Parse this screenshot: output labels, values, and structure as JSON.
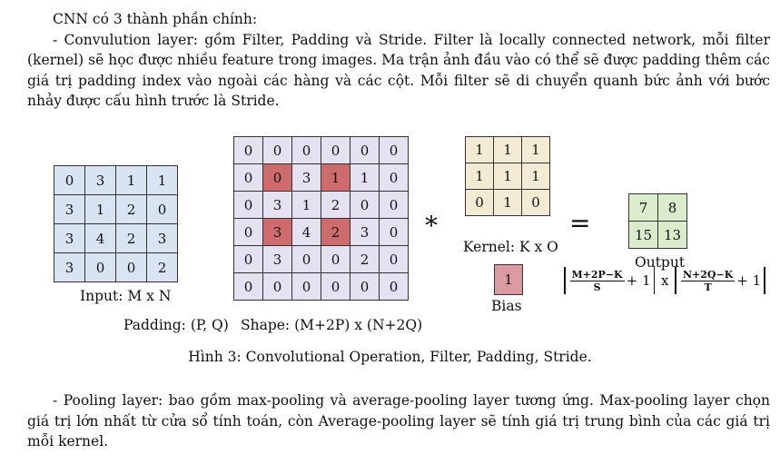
{
  "intro": {
    "line1": "CNN có 3 thành phần chính:",
    "para": "- Convulution layer: gồm Filter, Padding và Stride. Filter là locally connected network, mỗi filter (kernel) sẽ học được nhiều feature trong images. Ma trận ảnh đầu vào có thể sẽ được padding thêm các giá trị padding index vào ngoài các hàng và các cột. Mỗi filter sẽ di chuyển quanh bức ảnh với bước nhảy được cấu hình trước là Stride."
  },
  "figure": {
    "input": [
      [
        0,
        3,
        1,
        1
      ],
      [
        3,
        1,
        2,
        0
      ],
      [
        3,
        4,
        2,
        3
      ],
      [
        3,
        0,
        0,
        2
      ]
    ],
    "padded": [
      [
        0,
        0,
        0,
        0,
        0,
        0
      ],
      [
        0,
        0,
        3,
        1,
        1,
        0
      ],
      [
        0,
        3,
        1,
        2,
        0,
        0
      ],
      [
        0,
        3,
        4,
        2,
        3,
        0
      ],
      [
        0,
        3,
        0,
        0,
        2,
        0
      ],
      [
        0,
        0,
        0,
        0,
        0,
        0
      ]
    ],
    "highlighted": [
      [
        1,
        1
      ],
      [
        1,
        3
      ],
      [
        3,
        1
      ],
      [
        3,
        3
      ]
    ],
    "kernel": [
      [
        1,
        1,
        1
      ],
      [
        1,
        1,
        1
      ],
      [
        0,
        1,
        0
      ]
    ],
    "bias": 1,
    "output": [
      [
        7,
        8
      ],
      [
        15,
        13
      ]
    ],
    "labels": {
      "input": "Input: M x N",
      "padding": "Padding: (P, Q)",
      "shape": "Shape: (M+2P) x (N+2Q)",
      "kernel": "Kernel: K x O",
      "bias": "Bias",
      "output": "Output",
      "star": "*",
      "equals": "="
    },
    "formula": {
      "num1": "M+2P−K",
      "den1": "S",
      "plus1": "+ 1",
      "times": "x",
      "num2": "N+2Q−K",
      "den2": "T",
      "plus2": "+ 1"
    },
    "colors": {
      "input_bg": "#d9e4f2",
      "padded_bg": "#e6e1f1",
      "highlight_bg": "#cd6b6d",
      "kernel_bg": "#f3ebd3",
      "bias_bg": "#d99aa0",
      "output_bg": "#dbeccd"
    },
    "caption": "Hình 3: Convolutional Operation, Filter, Padding, Stride."
  },
  "pooling": {
    "para": "- Pooling layer: bao gồm max-pooling và average-pooling layer tương ứng. Max-pooling layer chọn giá trị lớn nhất từ cửa sổ tính toán, còn Average-pooling layer sẽ tính giá trị trung bình của các giá trị mỗi kernel."
  }
}
